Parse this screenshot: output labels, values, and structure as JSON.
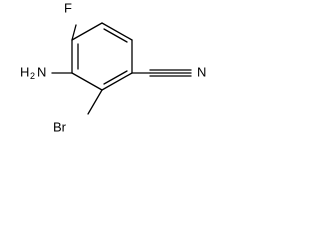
{
  "molecule": {
    "atoms": {
      "f": "F",
      "amino_main": "H",
      "amino_subscript": "2",
      "amino_tail": "N",
      "br": "Br",
      "n": "N"
    },
    "colors": {
      "bond": "#000000",
      "text": "#000000",
      "background": "#ffffff"
    }
  }
}
